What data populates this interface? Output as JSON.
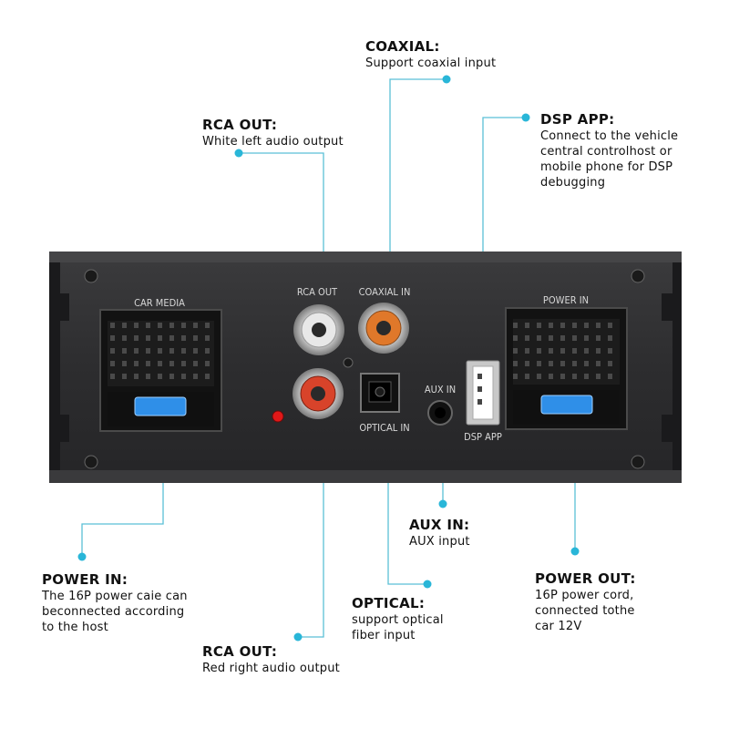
{
  "callouts": {
    "coaxial": {
      "title": "COAXIAL:",
      "lines": [
        "Support coaxial input"
      ]
    },
    "rca_out_top": {
      "title": "RCA OUT:",
      "lines": [
        "White left audio output"
      ]
    },
    "dsp_app": {
      "title": "DSP APP:",
      "lines": [
        "Connect to the vehicle",
        "central controlhost or",
        "mobile phone for DSP",
        "debugging"
      ]
    },
    "power_in": {
      "title": "POWER IN:",
      "lines": [
        "The 16P power caie can",
        "beconnected according",
        "to the host"
      ]
    },
    "aux_in": {
      "title": "AUX IN:",
      "lines": [
        "AUX input"
      ]
    },
    "optical": {
      "title": "OPTICAL:",
      "lines": [
        "support optical",
        "fiber input"
      ]
    },
    "power_out": {
      "title": "POWER OUT:",
      "lines": [
        "16P power cord,",
        "connected tothe",
        "car 12V"
      ]
    },
    "rca_out_bottom": {
      "title": "RCA OUT:",
      "lines": [
        "Red right audio output"
      ]
    }
  },
  "device": {
    "labels": {
      "car_media": "CAR MEDIA",
      "rca_out": "RCA OUT",
      "coaxial_in": "COAXIAL IN",
      "aux_in": "AUX IN",
      "optical_in": "OPTICAL IN",
      "dsp_app": "DSP APP",
      "power_in": "POWER IN"
    }
  },
  "colors": {
    "leader_line": "#5bbfd6",
    "leader_dot": "#29b6d8",
    "panel": "#2f2f31",
    "rca_white": "#e8e8e8",
    "rca_red": "#d8432a",
    "rca_orange": "#e0782a",
    "fuse_blue": "#2f8fe8",
    "led_red": "#e01818"
  }
}
